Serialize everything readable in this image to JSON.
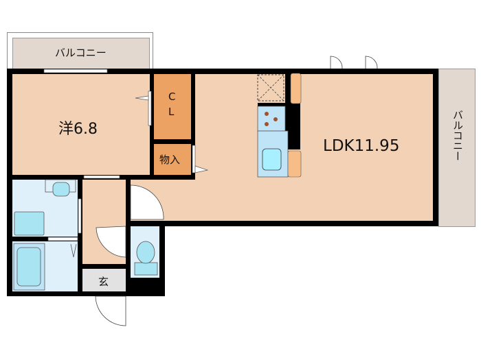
{
  "rooms": {
    "balcony_top": "バルコニー",
    "balcony_right": "バルコニー",
    "western_room": "洋6.8",
    "closet": "CL",
    "storage": "物入",
    "ldk": "LDK11.95",
    "entrance": "玄"
  },
  "colors": {
    "room": "#f2d1b5",
    "closet": "#eca262",
    "wet_area": "#dff0fb",
    "balcony": "#e3d8cf",
    "wall": "#000000"
  }
}
